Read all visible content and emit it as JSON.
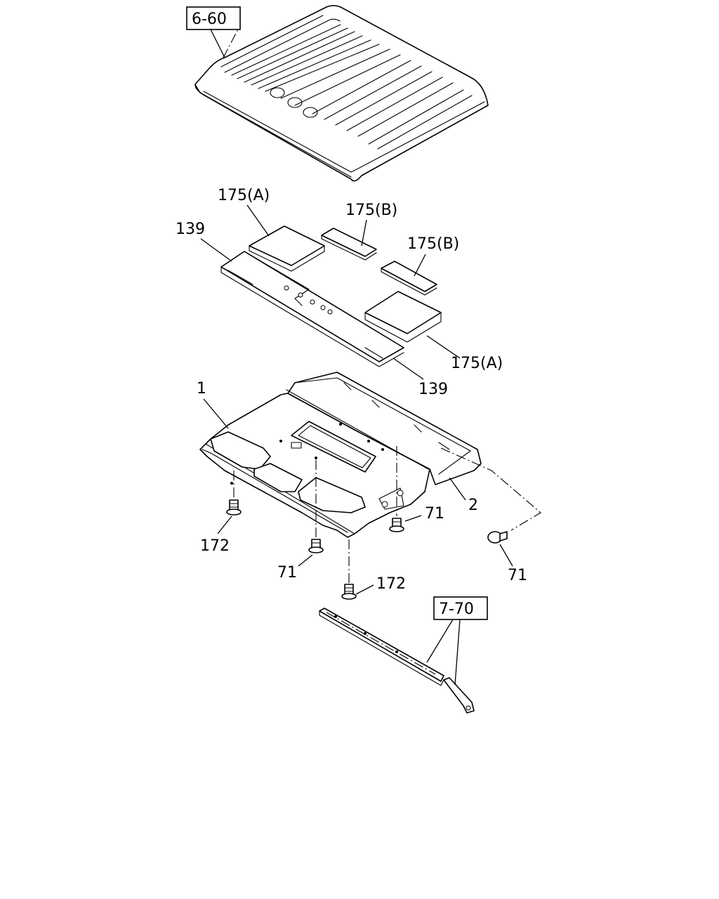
{
  "references": {
    "ref_6_60": "6-60",
    "ref_7_70": "7-70"
  },
  "callouts": {
    "c175a_top": "175(A)",
    "c175b_top": "175(B)",
    "c175b_right": "175(B)",
    "c139_left": "139",
    "c175a_bottom": "175(A)",
    "c139_bottom": "139",
    "c1": "1",
    "c2": "2",
    "c172_left": "172",
    "c71_center": "71",
    "c71_mid": "71",
    "c71_right": "71",
    "c172_bottom": "172"
  }
}
